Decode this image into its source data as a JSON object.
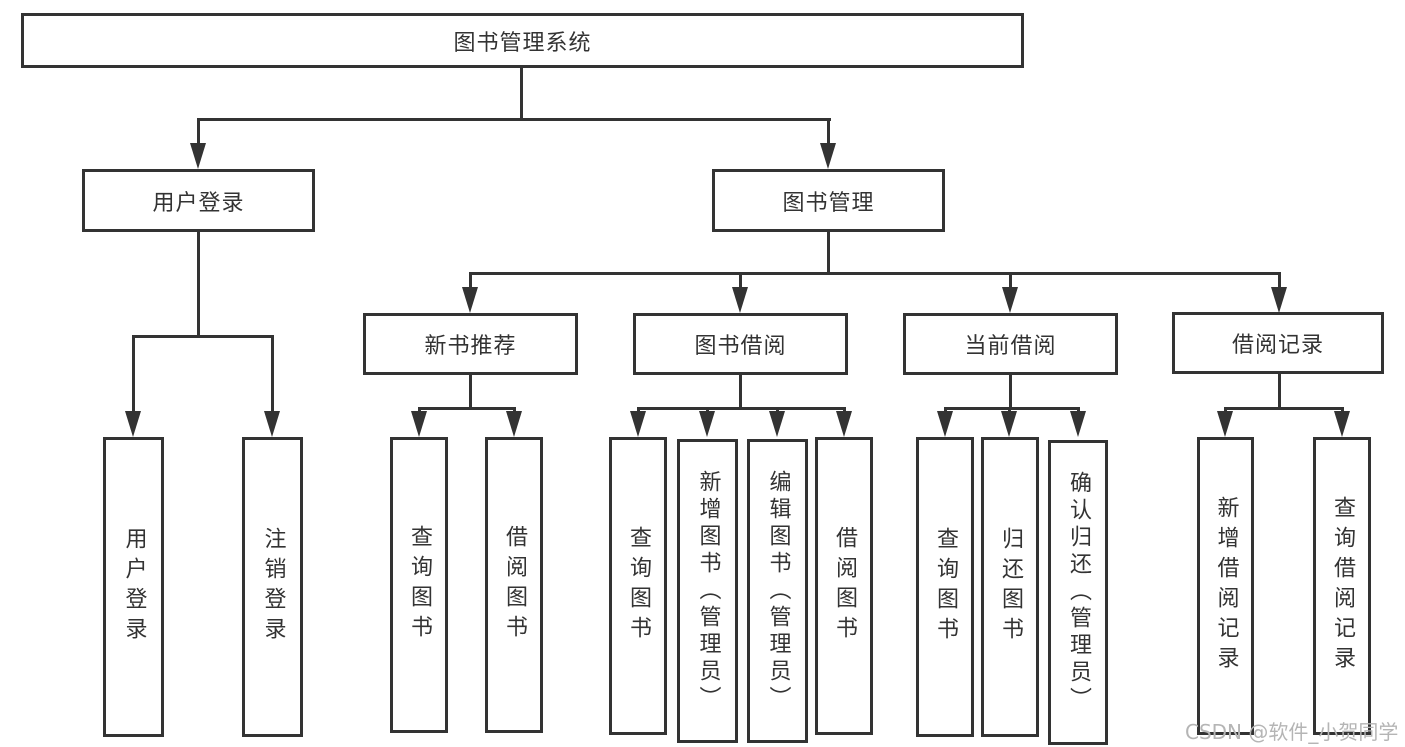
{
  "diagram": {
    "nodes": {
      "root": {
        "label": "图书管理系统"
      },
      "user_login": {
        "label": "用户登录"
      },
      "book_mgmt": {
        "label": "图书管理"
      },
      "new_book_rec": {
        "label": "新书推荐"
      },
      "book_borrow": {
        "label": "图书借阅"
      },
      "current_borrow": {
        "label": "当前借阅"
      },
      "borrow_record": {
        "label": "借阅记录"
      },
      "leaf_user_login": {
        "label": "用户登录"
      },
      "leaf_logout": {
        "label": "注销登录"
      },
      "rec_query_book": {
        "label": "查询图书"
      },
      "rec_borrow_book": {
        "label": "借阅图书"
      },
      "bor_query_book": {
        "label": "查询图书"
      },
      "bor_add_book": {
        "label": "新增图书（管理员）"
      },
      "bor_edit_book": {
        "label": "编辑图书（管理员）"
      },
      "bor_borrow_book": {
        "label": "借阅图书"
      },
      "cur_query_book": {
        "label": "查询图书"
      },
      "cur_return_book": {
        "label": "归还图书"
      },
      "cur_confirm_return": {
        "label": "确认归还（管理员）"
      },
      "log_add_record": {
        "label": "新增借阅记录"
      },
      "log_query_record": {
        "label": "查询借阅记录"
      }
    },
    "hierarchy": {
      "图书管理系统": {
        "用户登录": [
          "用户登录",
          "注销登录"
        ],
        "图书管理": {
          "新书推荐": [
            "查询图书",
            "借阅图书"
          ],
          "图书借阅": [
            "查询图书",
            "新增图书（管理员）",
            "编辑图书（管理员）",
            "借阅图书"
          ],
          "当前借阅": [
            "查询图书",
            "归还图书",
            "确认归还（管理员）"
          ],
          "借阅记录": [
            "新增借阅记录",
            "查询借阅记录"
          ]
        }
      }
    }
  },
  "watermark": {
    "text": "CSDN @软件_小贺同学"
  },
  "colors": {
    "line": "#333333",
    "text": "#333333",
    "bg": "#ffffff",
    "wm": "#b5b5b5"
  }
}
